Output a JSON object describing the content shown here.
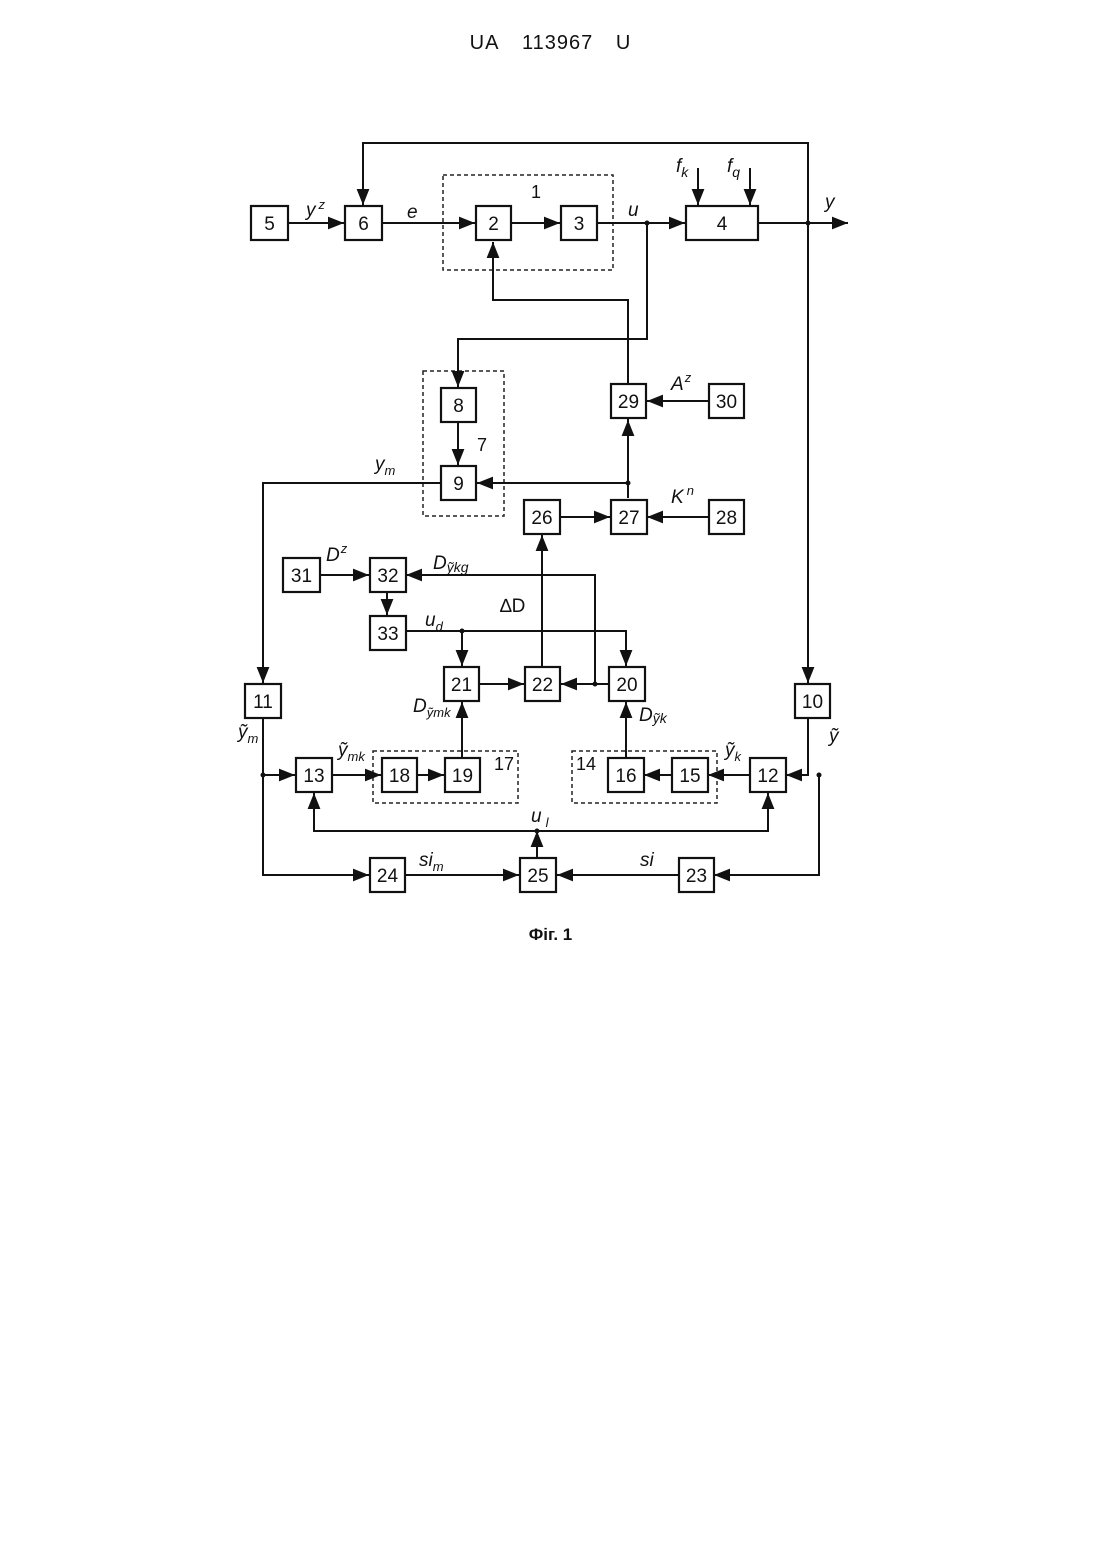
{
  "header": {
    "country": "UA",
    "number": "113967",
    "kind": "U"
  },
  "caption": "Фіг. 1",
  "blocks": {
    "b1": "1",
    "b2": "2",
    "b3": "3",
    "b4": "4",
    "b5": "5",
    "b6": "6",
    "b7": "7",
    "b8": "8",
    "b9": "9",
    "b10": "10",
    "b11": "11",
    "b12": "12",
    "b13": "13",
    "b14": "14",
    "b15": "15",
    "b16": "16",
    "b17": "17",
    "b18": "18",
    "b19": "19",
    "b20": "20",
    "b21": "21",
    "b22": "22",
    "b23": "23",
    "b24": "24",
    "b25": "25",
    "b26": "26",
    "b27": "27",
    "b28": "28",
    "b29": "29",
    "b30": "30",
    "b31": "31",
    "b32": "32",
    "b33": "33"
  },
  "signals": {
    "yz": "y",
    "yz_sup": "z",
    "e": "e",
    "u": "u",
    "y": "y",
    "fk": "f",
    "fk_sub": "k",
    "fq": "f",
    "fq_sub": "q",
    "Az": "A",
    "Az_sup": "z",
    "Kn": "K",
    "Kn_sup": "n",
    "ym": "y",
    "ym_sub": "m",
    "Dz": "D",
    "Dz_sup": "z",
    "Dykg": "D",
    "Dykg_sub": "ỹkg",
    "deltaD": "∆D",
    "ud": "u",
    "ud_sub": "d",
    "Dymk": "D",
    "Dymk_sub": "ỹmk",
    "Dyk": "D",
    "Dyk_sub": "ỹk",
    "ytm": "ỹ",
    "ytm_sub": "m",
    "ytmk": "ỹ",
    "ytmk_sub": "mk",
    "ytk": "ỹ",
    "ytk_sub": "k",
    "yt": "ỹ",
    "ul": "u",
    "ul_sub": "l",
    "sim": "si",
    "sim_sub": "m",
    "si": "si"
  }
}
